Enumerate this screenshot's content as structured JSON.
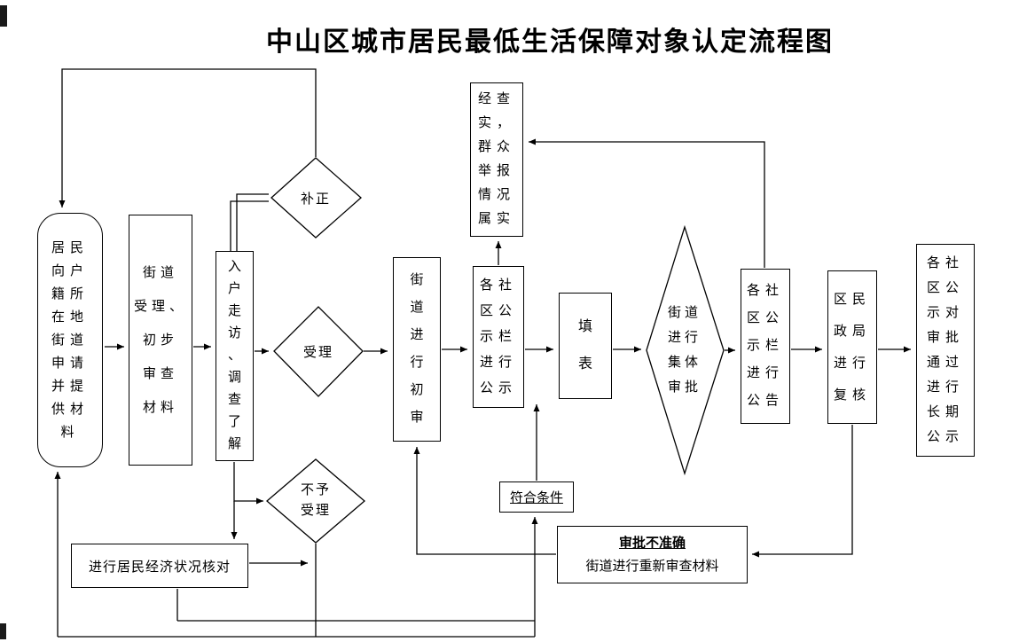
{
  "title": "中山区城市居民最低生活保障对象认定流程图",
  "nodes": {
    "apply": {
      "label": "居民\n向户\n籍所\n在地\n街道\n申请\n并提\n供材\n料"
    },
    "street_accept": {
      "label": "街道\n受理、\n初步\n审查\n材料"
    },
    "home_visit": {
      "label": "入\n户\n走\n访\n、\n调\n查\n了\n解"
    },
    "buzheng": {
      "label": "补正"
    },
    "shouli": {
      "label": "受理"
    },
    "buyu_shouli": {
      "label": "不予\n受理"
    },
    "chushen": {
      "label": "街\n道\n进\n行\n初\n审"
    },
    "gongshi": {
      "label": "各社\n区公\n示栏\n进行\n公示"
    },
    "jingchashi": {
      "label": "经查\n实，\n群众\n举报\n情况\n属实"
    },
    "tianbiao": {
      "label": "填\n表"
    },
    "jiti_shenpi": {
      "label": "街道\n进行\n集体\n审批"
    },
    "gonggao": {
      "label": "各社\n区公\n示栏\n进行\n公告"
    },
    "minzheng_fuhe": {
      "label": "区民\n政局\n进行\n复核"
    },
    "changqi_gongshi": {
      "label": "各社\n区公\n示对\n审批\n通过\n进行\n长期\n公示"
    },
    "fuhe_tiaojian": {
      "label": "符合条件"
    },
    "shenpi_buzhunque": {
      "label_line1": "审批不准确",
      "label_line2": "街道进行重新审查材料"
    },
    "jingji_hedui": {
      "label": "进行居民经济状况核对"
    }
  },
  "colors": {
    "line": "#000000",
    "background": "#ffffff"
  }
}
